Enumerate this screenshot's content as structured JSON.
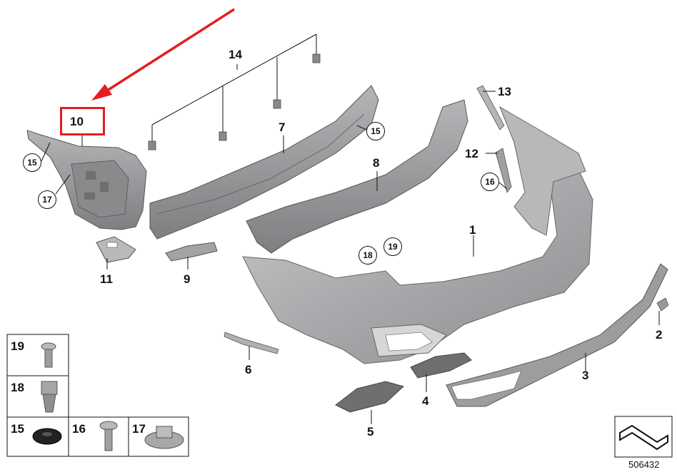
{
  "callouts": [
    {
      "id": "c1",
      "text": "1"
    },
    {
      "id": "c2",
      "text": "2"
    },
    {
      "id": "c3",
      "text": "3"
    },
    {
      "id": "c4",
      "text": "4"
    },
    {
      "id": "c5",
      "text": "5"
    },
    {
      "id": "c6",
      "text": "6"
    },
    {
      "id": "c7",
      "text": "7"
    },
    {
      "id": "c8",
      "text": "8"
    },
    {
      "id": "c9",
      "text": "9"
    },
    {
      "id": "c10",
      "text": "10"
    },
    {
      "id": "c11",
      "text": "11"
    },
    {
      "id": "c12",
      "text": "12"
    },
    {
      "id": "c13",
      "text": "13"
    },
    {
      "id": "c14",
      "text": "14"
    }
  ],
  "circled": [
    {
      "id": "k15a",
      "text": "15"
    },
    {
      "id": "k15b",
      "text": "15"
    },
    {
      "id": "k16",
      "text": "16"
    },
    {
      "id": "k17",
      "text": "17"
    },
    {
      "id": "k18",
      "text": "18"
    },
    {
      "id": "k19",
      "text": "19"
    }
  ],
  "legend": {
    "n19": "19",
    "n18": "18",
    "n15": "15",
    "n16": "16",
    "n17": "17"
  },
  "inventory_number": "506432",
  "colors": {
    "highlight": "#e41e1e",
    "part": "#a8a8aa",
    "part_dark": "#7d7d80",
    "line": "#111111"
  }
}
